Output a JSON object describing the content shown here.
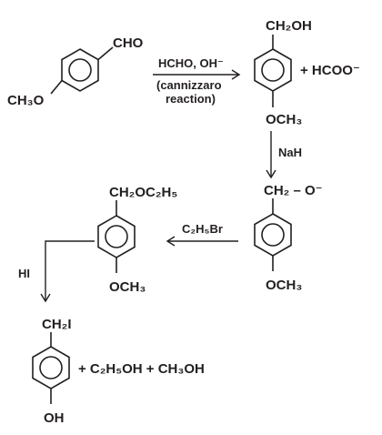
{
  "colors": {
    "ink": "#231f20",
    "background": "#ffffff"
  },
  "compounds": {
    "anisaldehyde": {
      "top_group": "CHO",
      "bottom_group": "CH₃O"
    },
    "anisyl_alcohol": {
      "top_group": "CH₂OH",
      "bottom_group": "OCH₃",
      "coproduct": "+ HCOO⁻"
    },
    "alkoxide": {
      "top_group": "CH₂ – O⁻",
      "bottom_group": "OCH₃"
    },
    "ethyl_ether": {
      "top_group": "CH₂OC₂H₅",
      "bottom_group": "OCH₃"
    },
    "iodide_phenol": {
      "top_group": "CH₂I",
      "bottom_group": "OH",
      "coproducts": "+ C₂H₅OH + CH₃OH"
    }
  },
  "reactions": {
    "step1": {
      "reagent": "HCHO, OH⁻",
      "note_line1": "(cannizzaro",
      "note_line2": "reaction)"
    },
    "step2": {
      "reagent": "NaH"
    },
    "step3": {
      "reagent": "C₂H₅Br"
    },
    "step4": {
      "reagent": "HI"
    }
  }
}
